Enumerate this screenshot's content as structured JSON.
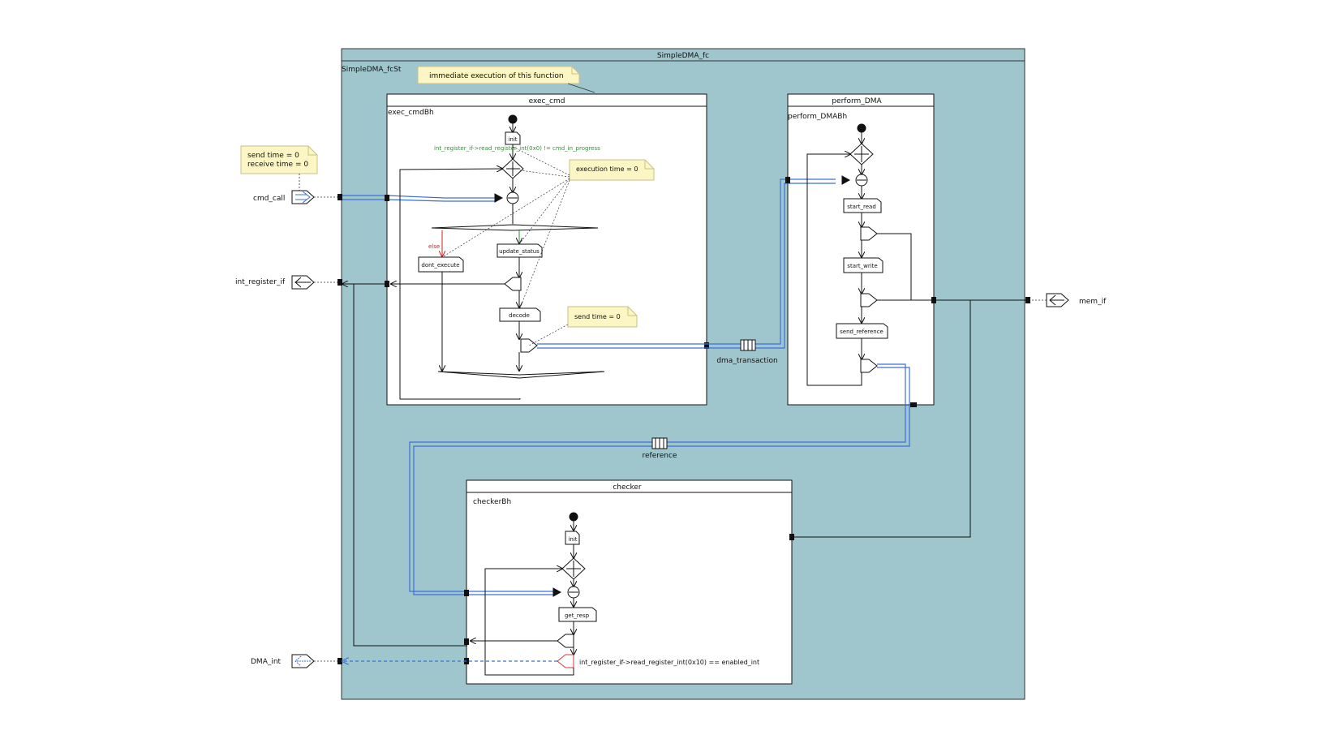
{
  "colors": {
    "container_fill": "#9fc6cc",
    "inner_fill": "#ffffff",
    "note_fill": "#fbf6c3",
    "note_border": "#c9c08a",
    "flow_blue": "#3d6fd8",
    "guard_green": "#3b8a3b",
    "else_red": "#cc2222",
    "event_red": "#d23b3b",
    "line": "#111111"
  },
  "container": {
    "title": "SimpleDMA_fc",
    "subtitle": "SimpleDMA_fcSt"
  },
  "notes": {
    "immediate": "immediate execution of this function",
    "timing_line1": "send time = 0",
    "timing_line2": "receive time = 0",
    "execution": "execution time = 0",
    "send": "send time = 0"
  },
  "ports": {
    "cmd_call": "cmd_call",
    "int_register_if": "int_register_if",
    "dma_int": "DMA_int",
    "mem_if": "mem_if"
  },
  "channels": {
    "dma_transaction": "dma_transaction",
    "reference": "reference"
  },
  "exec_cmd": {
    "title": "exec_cmd",
    "behavior": "exec_cmdBh",
    "guard": "int_register_if->read_register_int(0x0) != cmd_in_progress",
    "else_label": "else",
    "actions": {
      "init": "init",
      "update_status": "update_status",
      "dont_execute": "dont_execute",
      "decode": "decode"
    }
  },
  "perform_dma": {
    "title": "perform_DMA",
    "behavior": "perform_DMABh",
    "actions": {
      "start_read": "start_read",
      "start_write": "start_write",
      "send_reference": "send_reference"
    }
  },
  "checker": {
    "title": "checker",
    "behavior": "checkerBh",
    "actions": {
      "init": "init",
      "get_resp": "get_resp"
    },
    "condition": "int_register_if->read_register_int(0x10) == enabled_int"
  }
}
